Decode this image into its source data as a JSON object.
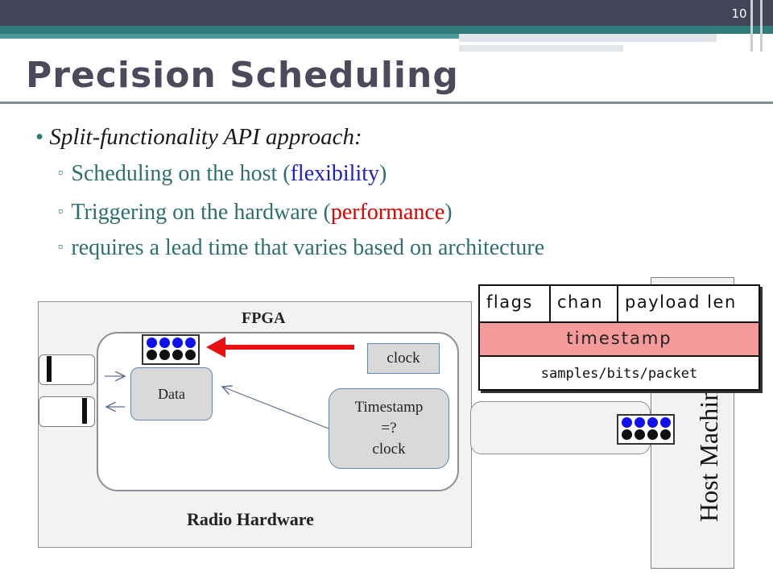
{
  "slide_number": "10",
  "title": "Precision Scheduling",
  "bullet_main": "Split-functionality API approach:",
  "sub_bullets": {
    "s1_pre": "Scheduling on the host (",
    "s1_hl": "flexibility",
    "s1_post": ")",
    "s2_pre": "Triggering on the hardware (",
    "s2_hl": "performance",
    "s2_post": ")",
    "s3": "requires a lead time that varies based on architecture"
  },
  "diagram": {
    "fpga_label": "FPGA",
    "radio_label": "Radio Hardware",
    "data_label": "Data",
    "clock_label": "clock",
    "timestamp_lines": [
      "Timestamp",
      "=?",
      "clock"
    ],
    "host_label": "Host Machine",
    "packet": {
      "flags": "flags",
      "chan": "chan",
      "payload_len": "payload len",
      "timestamp": "timestamp",
      "samples": "samples/bits/packet"
    }
  },
  "colors": {
    "header_dark": "#434457",
    "accent_teal": "#2f7b7b",
    "highlight_blue": "#2020c0",
    "highlight_red": "#e00000",
    "timestamp_fill": "#f59a9a"
  }
}
